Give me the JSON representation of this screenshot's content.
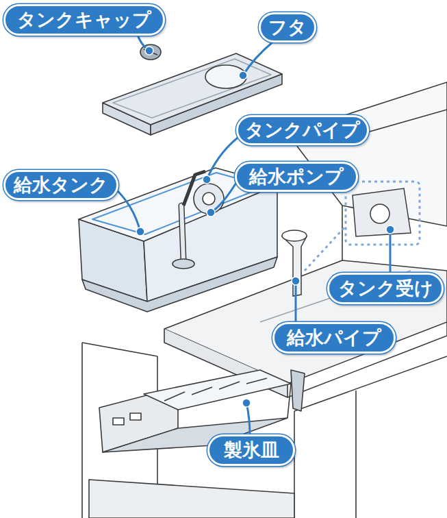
{
  "diagram": {
    "nodes": [
      {
        "text": [
          "タンクキャップ"
        ]
      },
      {
        "text": [
          "フタ"
        ]
      },
      {
        "text": [
          "タンクパイプ"
        ]
      },
      {
        "text": [
          "給水タンク"
        ]
      },
      {
        "text": [
          "給水ポンプ"
        ]
      },
      {
        "text": [
          "タンク受け"
        ]
      },
      {
        "text": [
          "給水パイプ"
        ]
      },
      {
        "text": [
          "製氷皿"
        ]
      }
    ]
  }
}
